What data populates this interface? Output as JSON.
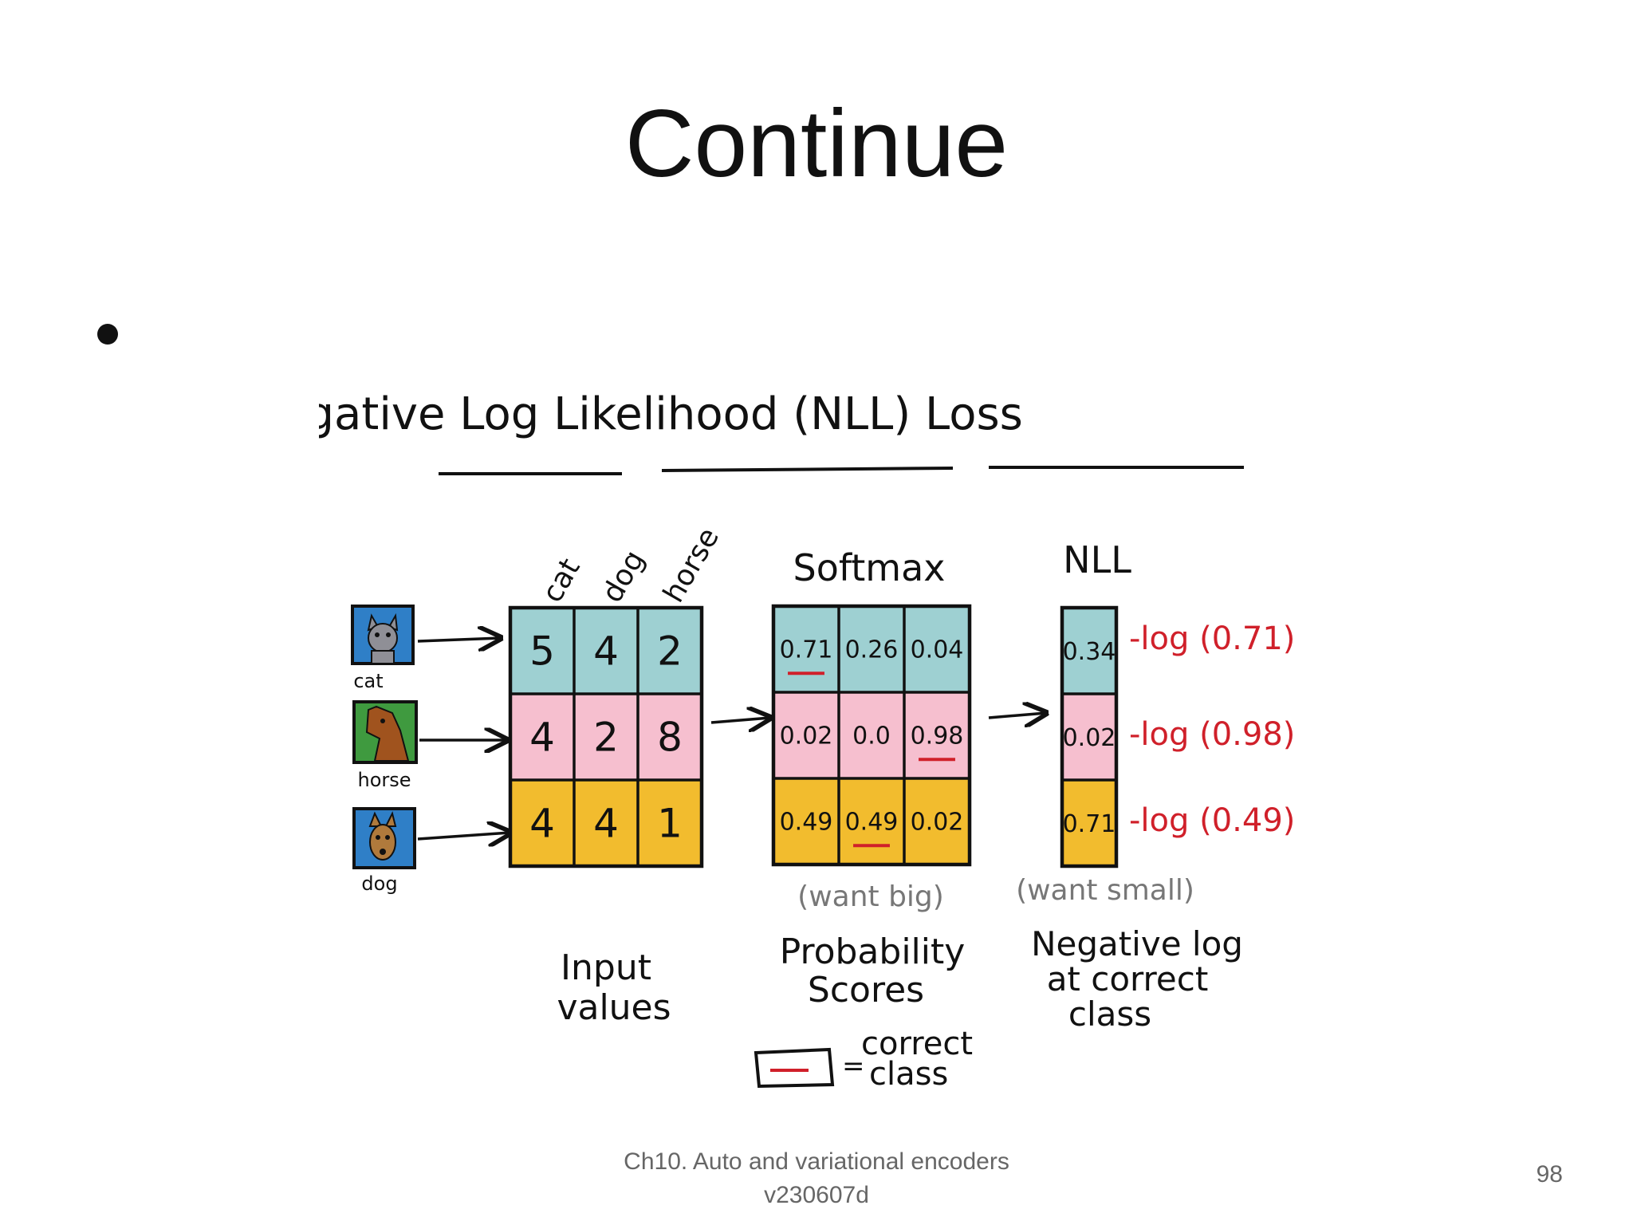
{
  "slide": {
    "title": "Continue",
    "footer_line1": "Ch10. Auto and variational encoders",
    "footer_line2": "v230607d",
    "page_number": "98"
  },
  "diagram": {
    "title": "Negative Log Likelihood (NLL) Loss",
    "class_headers": [
      "cat",
      "dog",
      "horse"
    ],
    "input_images": [
      {
        "label": "cat",
        "icon": "cat-icon",
        "color": "#2f7fc7"
      },
      {
        "label": "horse",
        "icon": "horse-icon",
        "color": "#3f9a3f"
      },
      {
        "label": "dog",
        "icon": "dog-icon",
        "color": "#2f7fc7"
      }
    ],
    "row_colors": [
      "#9ed0d2",
      "#f6bfcf",
      "#f2bc2e"
    ],
    "input_values": [
      [
        "5",
        "4",
        "2"
      ],
      [
        "4",
        "2",
        "8"
      ],
      [
        "4",
        "4",
        "1"
      ]
    ],
    "softmax_title": "Softmax",
    "softmax_values": [
      [
        "0.71",
        "0.26",
        "0.04"
      ],
      [
        "0.02",
        "0.0",
        "0.98"
      ],
      [
        "0.49",
        "0.49",
        "0.02"
      ]
    ],
    "correct_class_index": [
      0,
      2,
      1
    ],
    "nll_title": "NLL",
    "nll_values": [
      "0.34",
      "0.02",
      "0.71"
    ],
    "nll_expressions": [
      "-log (0.71)",
      "-log (0.98)",
      "-log (0.49)"
    ],
    "input_caption": [
      "Input",
      "values"
    ],
    "want_big": "(want big)",
    "want_small": "(want small)",
    "softmax_caption": [
      "Probability",
      "Scores"
    ],
    "nll_caption": [
      "Negative log",
      "at correct",
      "class"
    ],
    "legend_text": [
      "correct",
      "class"
    ],
    "highlight_color": "#d0202a"
  }
}
